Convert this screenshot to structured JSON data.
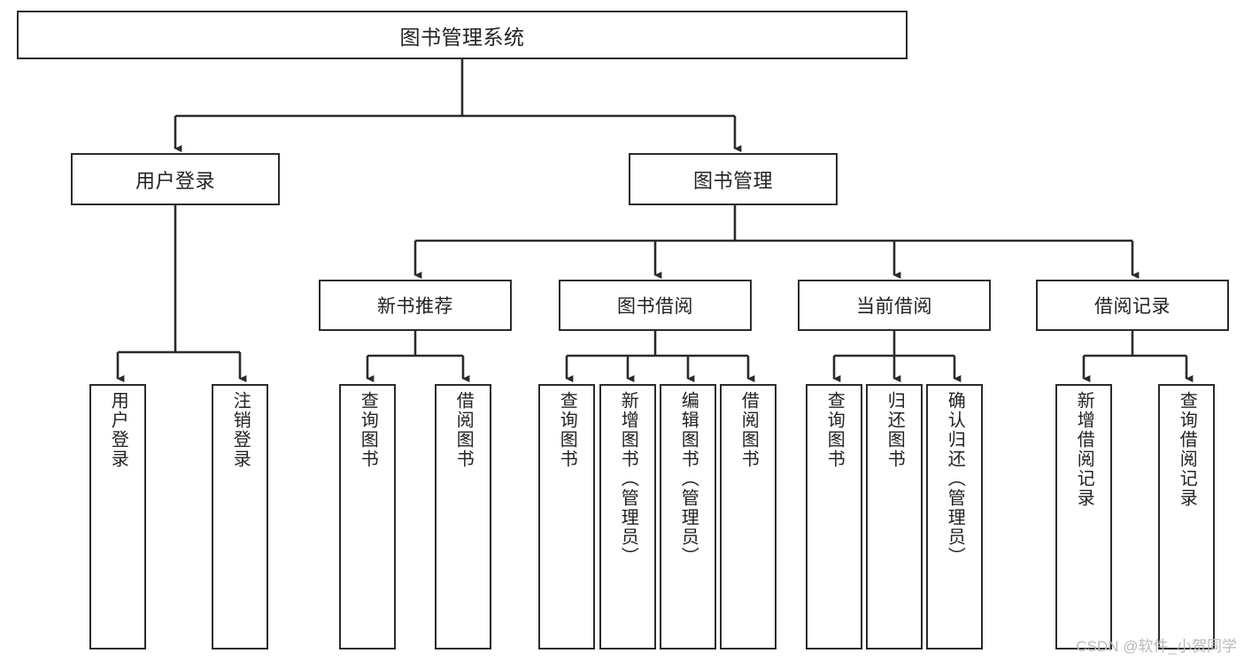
{
  "diagram": {
    "title": "图书管理系统",
    "type": "tree-hierarchy",
    "watermark": "CSDN @软件_小贺同学",
    "colors": {
      "stroke": "#2b2b2b",
      "fill": "#ffffff",
      "text": "#222222",
      "watermark": "#b9b9b9"
    },
    "root": {
      "label": "图书管理系统"
    },
    "level2": [
      {
        "label": "用户登录"
      },
      {
        "label": "图书管理"
      }
    ],
    "level3": [
      {
        "label": "新书推荐"
      },
      {
        "label": "图书借阅"
      },
      {
        "label": "当前借阅"
      },
      {
        "label": "借阅记录"
      }
    ],
    "leaves": {
      "user_login": [
        {
          "label": "用户登录"
        },
        {
          "label": "注销登录"
        }
      ],
      "new_book": [
        {
          "label": "查询图书"
        },
        {
          "label": "借阅图书"
        }
      ],
      "borrow_book": [
        {
          "label": "查询图书"
        },
        {
          "label": "新增图书（管理员）"
        },
        {
          "label": "编辑图书（管理员）"
        },
        {
          "label": "借阅图书"
        }
      ],
      "current_borrow": [
        {
          "label": "查询图书"
        },
        {
          "label": "归还图书"
        },
        {
          "label": "确认归还（管理员）"
        }
      ],
      "borrow_record": [
        {
          "label": "新增借阅记录"
        },
        {
          "label": "查询借阅记录"
        }
      ]
    }
  }
}
